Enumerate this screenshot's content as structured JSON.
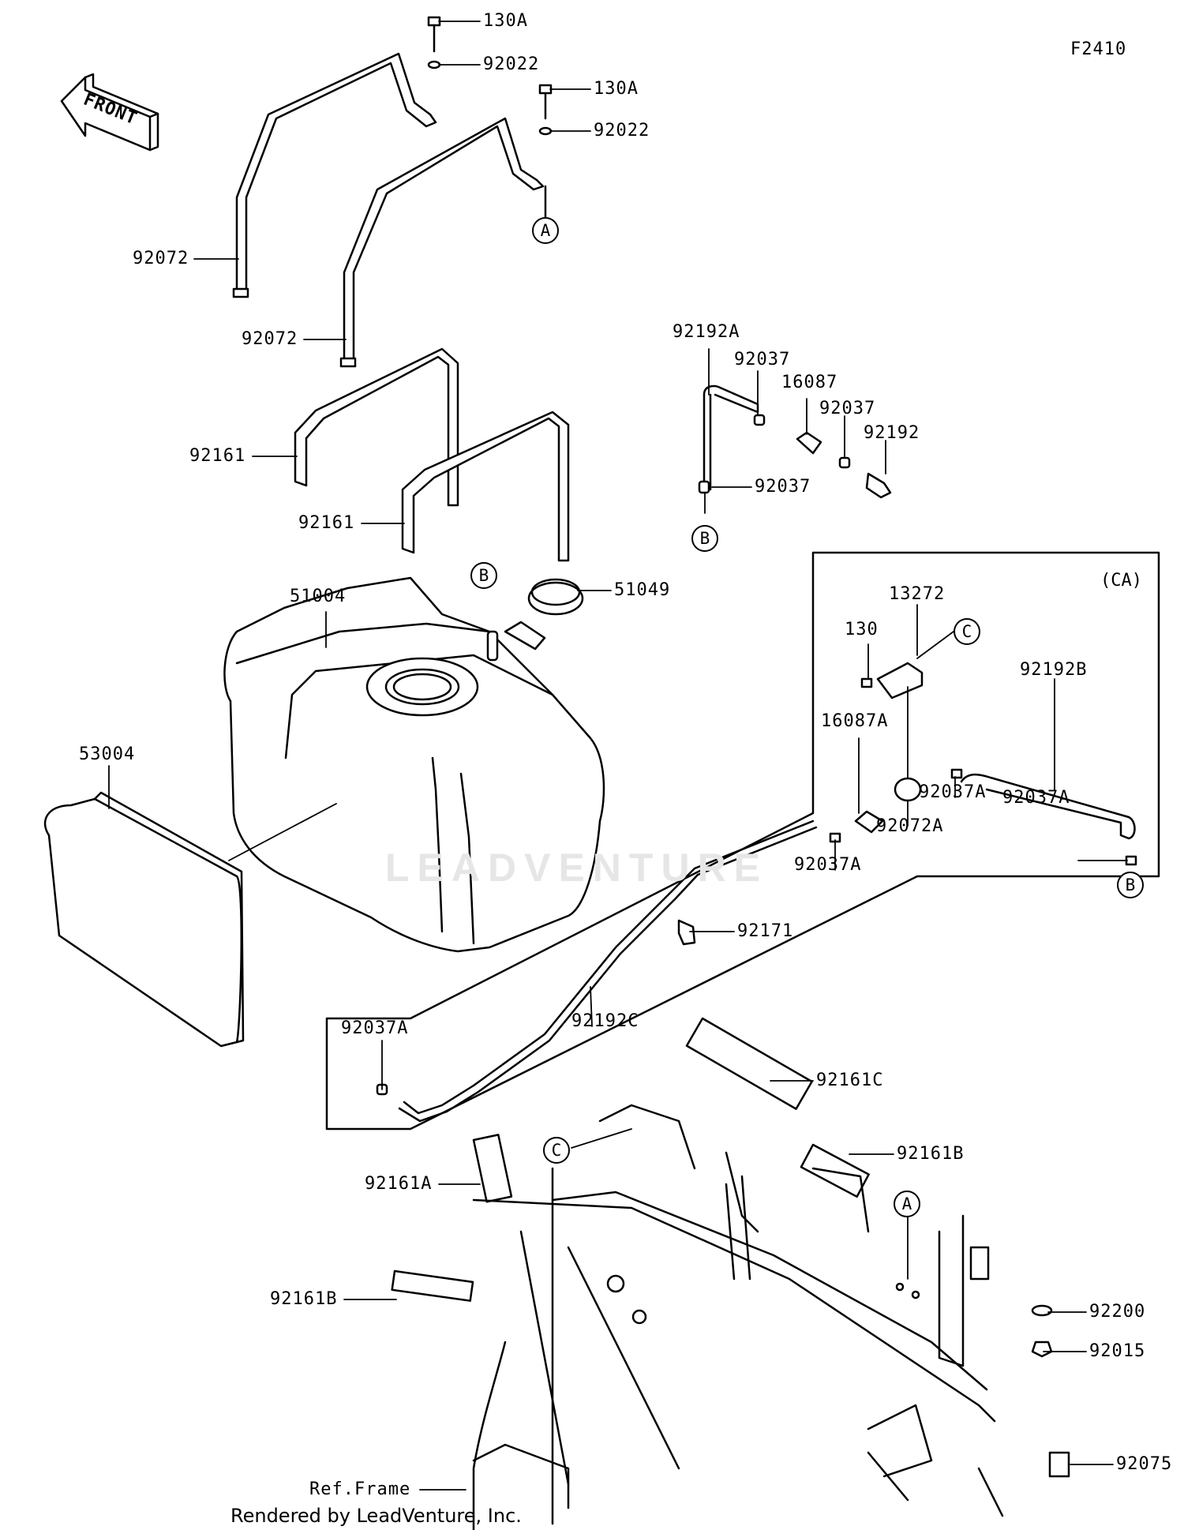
{
  "figure_id": "F2410",
  "front_arrow_label": "FRONT",
  "variant_box_label": "(CA)",
  "watermark": "LEADVENTURE",
  "footer": "Rendered by LeadVenture, Inc.",
  "callouts": {
    "a": "A",
    "b": "B",
    "c": "C"
  },
  "parts": {
    "p130A_1": "130A",
    "p92022_1": "92022",
    "p130A_2": "130A",
    "p92022_2": "92022",
    "p92072_1": "92072",
    "p92072_2": "92072",
    "p92161_1": "92161",
    "p92161_2": "92161",
    "p51004": "51004",
    "p51049": "51049",
    "p53004": "53004",
    "p92192A": "92192A",
    "p92037_1": "92037",
    "p16087": "16087",
    "p92037_2": "92037",
    "p92192": "92192",
    "p92037_3": "92037",
    "p13272": "13272",
    "p130": "130",
    "p92192B": "92192B",
    "p16087A": "16087A",
    "p92037A_1": "92037A",
    "p92037A_2": "92037A",
    "p92072A": "92072A",
    "p92037A_3": "92037A",
    "p92171": "92171",
    "p92037A_4": "92037A",
    "p92192C": "92192C",
    "p92161C": "92161C",
    "p92161B_1": "92161B",
    "p92161A": "92161A",
    "p92161B_2": "92161B",
    "p92200": "92200",
    "p92015": "92015",
    "p92075": "92075",
    "pRefFrame": "Ref.Frame"
  }
}
